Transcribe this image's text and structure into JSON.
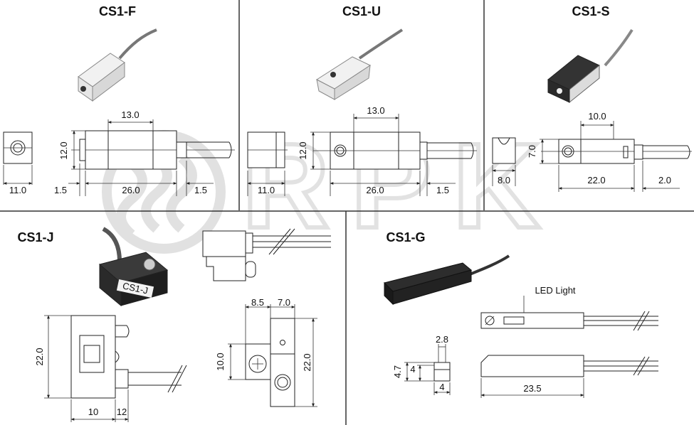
{
  "watermark": {
    "text": "RPK"
  },
  "panels": {
    "cs1f": {
      "title": "CS1-F",
      "dims": {
        "width": "13.0",
        "height": "12.0",
        "side": "11.0",
        "gap_left": "1.5",
        "length": "26.0",
        "gap_right": "1.5"
      }
    },
    "cs1u": {
      "title": "CS1-U",
      "dims": {
        "width": "13.0",
        "height": "12.0",
        "side": "11.0",
        "length": "26.0",
        "gap_right": "1.5"
      }
    },
    "cs1s": {
      "title": "CS1-S",
      "dims": {
        "width": "10.0",
        "height": "7.0",
        "side": "8.0",
        "length": "22.0",
        "gap_right": "2.0"
      }
    },
    "cs1j": {
      "title": "CS1-J",
      "product_label": "CS1-J",
      "dims": {
        "height": "22.0",
        "base": "10",
        "flange": "12",
        "top_left": "8.5",
        "top_right": "7.0",
        "mount": "10.0",
        "total": "22.0"
      }
    },
    "cs1g": {
      "title": "CS1-G",
      "led_label": "LED Light",
      "dims": {
        "w": "2.8",
        "h_outer": "4.7",
        "h_inner": "4",
        "base": "4",
        "length": "23.5"
      }
    }
  },
  "colors": {
    "line": "#222222",
    "watermark": "#d9d9d9",
    "product_white": "#efefef",
    "product_black": "#2a2a2a"
  }
}
